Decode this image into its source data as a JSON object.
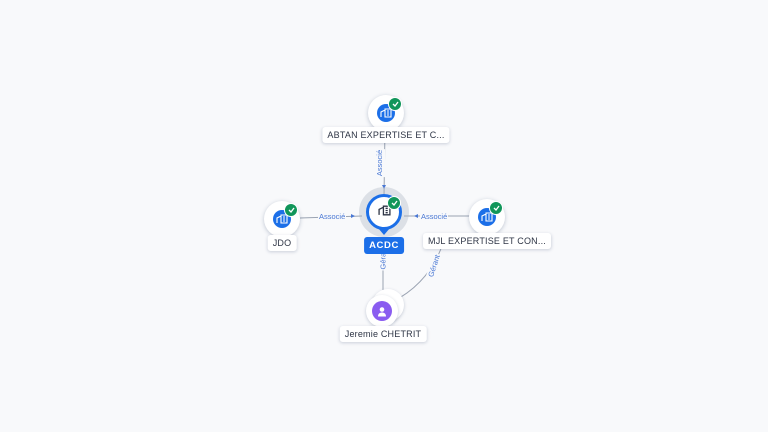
{
  "nodes": {
    "abtan": {
      "label": "ABTAN EXPERTISE ET C...",
      "verified": true
    },
    "jdo": {
      "label": "JDO",
      "verified": true
    },
    "acdc": {
      "label": "ACDC",
      "verified": true
    },
    "mjl": {
      "label": "MJL EXPERTISE ET CON...",
      "verified": true
    },
    "jeremie": {
      "label": "Jeremie CHETRIT"
    }
  },
  "edges": {
    "abtan_acdc": "Associé",
    "jdo_acdc": "Associé",
    "mjl_acdc": "Associé",
    "jeremie_acdc": "Gérant",
    "jeremie_mjl": "Gérant"
  },
  "colors": {
    "company_blue": "#1c6fe8",
    "verified_green": "#11965a",
    "person_purple": "#8a5cf0",
    "edge_text": "#4a78d4",
    "edge_line": "#9aa3b2"
  },
  "icons": {
    "company": "building-icon",
    "verified": "check-icon",
    "person": "user-icon"
  }
}
